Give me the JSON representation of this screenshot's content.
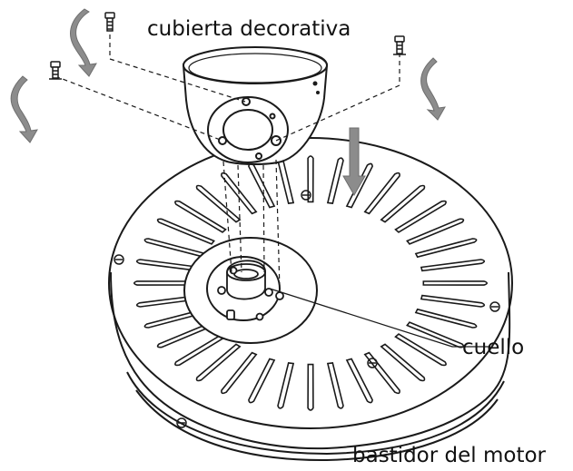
{
  "labels": {
    "cover": "cubierta decorativa",
    "collar": "cuello",
    "housing": "bastidor del motor"
  },
  "colors": {
    "line": "#1a1a1a",
    "arrow_fill": "#8c8c8c",
    "background": "#ffffff"
  },
  "motor": {
    "slot_count": 36
  },
  "icons": [
    "screw-icon",
    "rotate-arrow-icon",
    "down-arrow-icon"
  ]
}
